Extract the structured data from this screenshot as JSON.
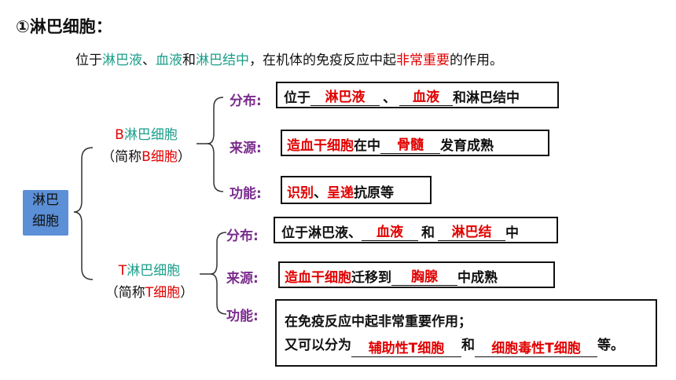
{
  "title": "①淋巴细胞：",
  "intro": {
    "p1": "位于",
    "t1": "淋巴液",
    "p2": "、",
    "t2": "血液",
    "p3": "和",
    "t3": "淋巴结中",
    "p4": "，在机体的免疫反应中起",
    "r1": "非常重要",
    "p5": "的作用。"
  },
  "root": {
    "line1": "淋巴",
    "line2": "细胞"
  },
  "b_cell": {
    "name_prefix": "B",
    "name_rest": "淋巴细胞",
    "abbr_open": "（简称",
    "abbr_red": "B细胞",
    "abbr_close": "）",
    "dist_label": "分布:",
    "dist": {
      "pre": "位于",
      "a1": "淋巴液",
      "mid": "、",
      "a2": "血液",
      "post": "和淋巴结中"
    },
    "src_label": "来源:",
    "src": {
      "a1": "造血干细胞",
      "mid": "在中",
      "a2": "骨髓",
      "post": "发育成熟"
    },
    "func_label": "功能:",
    "func": {
      "a1": "识别",
      "mid": "、",
      "a2": "呈递",
      "post": "抗原等"
    }
  },
  "t_cell": {
    "name_prefix": "T",
    "name_rest": "淋巴细胞",
    "abbr_open": "（简称",
    "abbr_red": "T细胞",
    "abbr_close": "）",
    "dist_label": "分布:",
    "dist": {
      "pre": "位于淋巴液、",
      "a1": "血液",
      "mid": "和",
      "a2": "淋巴结",
      "post": "中"
    },
    "src_label": "来源:",
    "src": {
      "a1": "造血干细胞",
      "mid": "迁移到",
      "a2": "胸腺",
      "post": "中成熟"
    },
    "func_label": "功能:",
    "func": {
      "line1": "在免疫反应中起非常重要作用；",
      "pre": "又可以分为",
      "a1": "辅助性T细胞",
      "mid": "和",
      "a2": "细胞毒性T细胞",
      "post": "等。"
    }
  }
}
